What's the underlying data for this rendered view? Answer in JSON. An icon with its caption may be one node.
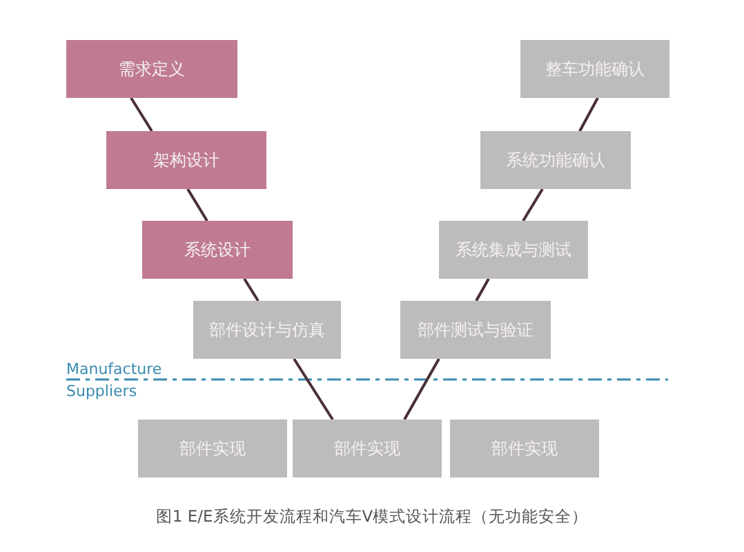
{
  "diagram": {
    "caption": "图1  E/E系统开发流程和汽车V模式设计流程（无功能安全）",
    "nodes": [
      {
        "text": [
          "需求定义"
        ]
      },
      {
        "text": [
          "架构设计"
        ]
      },
      {
        "text": [
          "系统设计"
        ]
      },
      {
        "text": [
          "部件设计与仿真"
        ]
      },
      {
        "text": [
          "部件实现"
        ]
      },
      {
        "text": [
          "部件实现"
        ]
      },
      {
        "text": [
          "部件实现"
        ]
      },
      {
        "text": [
          "部件测试与验证"
        ]
      },
      {
        "text": [
          "系统集成与测试"
        ]
      },
      {
        "text": [
          "系统功能确认"
        ]
      },
      {
        "text": [
          "整车功能确认"
        ]
      }
    ],
    "edges": [
      {
        "from": 0,
        "to": 1,
        "arrow": "none"
      },
      {
        "from": 1,
        "to": 2,
        "arrow": "none"
      },
      {
        "from": 2,
        "to": 3,
        "arrow": "none"
      },
      {
        "from": 3,
        "to": 5,
        "arrow": "none"
      },
      {
        "from": 5,
        "to": 7,
        "arrow": "none"
      },
      {
        "from": 7,
        "to": 8,
        "arrow": "none"
      },
      {
        "from": 8,
        "to": 9,
        "arrow": "none"
      },
      {
        "from": 9,
        "to": 10,
        "arrow": "none"
      }
    ],
    "labels": [
      "Manufacture",
      "Suppliers"
    ]
  }
}
